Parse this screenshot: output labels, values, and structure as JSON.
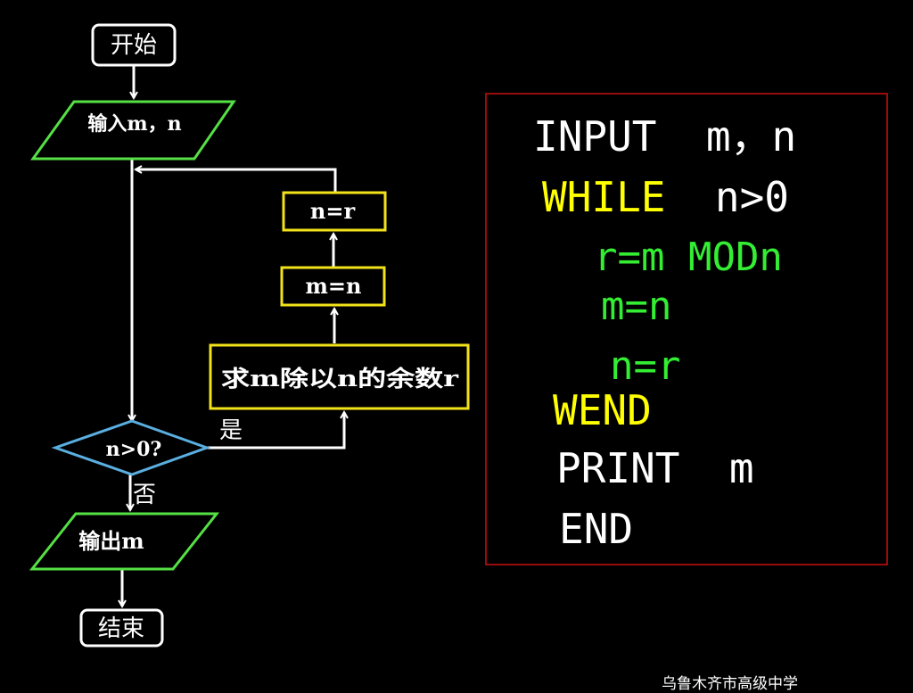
{
  "flowchart": {
    "start": "开始",
    "input": "输入m，n",
    "assign_nr": "n=r",
    "assign_mn": "m=n",
    "remainder": "求m除以n的余数r",
    "condition": "n>0?",
    "yes": "是",
    "no": "否",
    "output": "输出m",
    "end": "结束"
  },
  "program": {
    "lines": [
      {
        "text": "INPUT  m，n",
        "color": "#ffffff"
      },
      {
        "keyword": "WHILE",
        "rest": "  n>0",
        "keyword_color": "#ffff00",
        "rest_color": "#ffffff"
      },
      {
        "text": "r=m MODn",
        "color": "#33ee33"
      },
      {
        "text": "m=n",
        "color": "#33ee33"
      },
      {
        "text": "n=r",
        "color": "#33ee33"
      },
      {
        "text": "WEND",
        "color": "#ffff00"
      },
      {
        "text": "PRINT  m",
        "color": "#ffffff"
      },
      {
        "text": "END",
        "color": "#ffffff"
      }
    ]
  },
  "footer": "乌鲁木齐市高级中学",
  "colors": {
    "background": "#000000",
    "terminal_border": "#ffffff",
    "io_border": "#55e044",
    "process_border": "#f2e21a",
    "decision_border": "#5aaee0",
    "code_box_border": "#cc1111"
  }
}
